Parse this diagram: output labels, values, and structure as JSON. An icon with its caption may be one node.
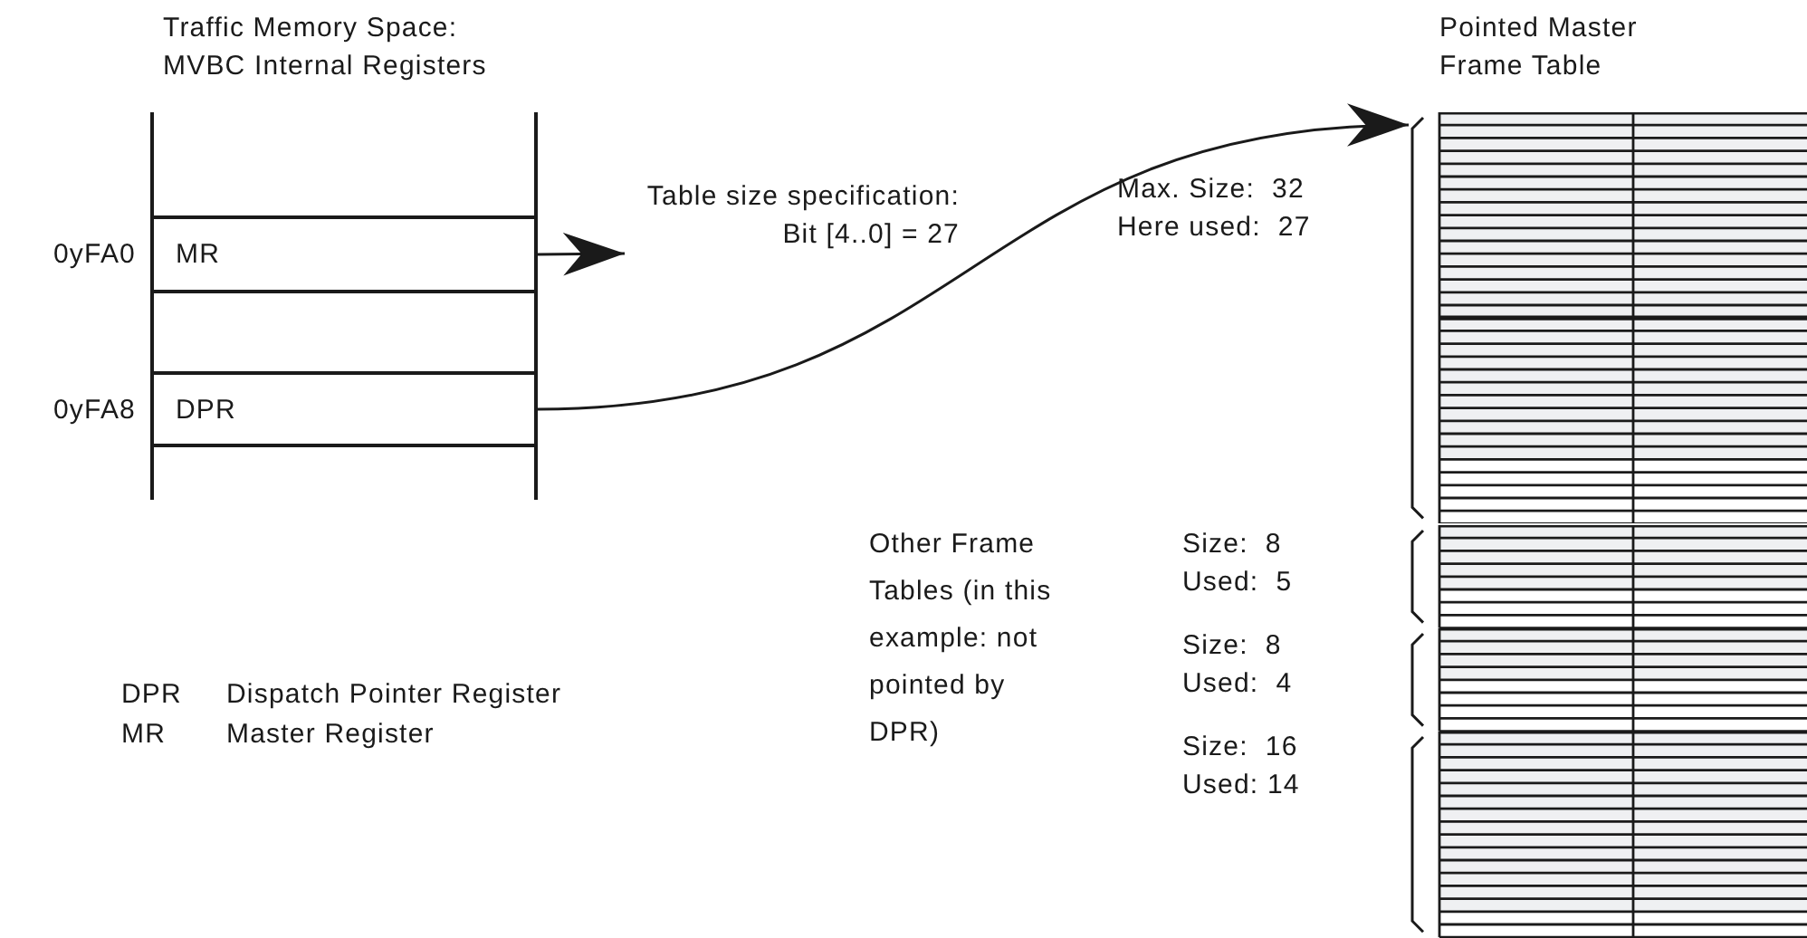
{
  "diagram": {
    "nodes": [
      {
        "text": [
          "Traffic Memory Space: MVBC Internal Registers"
        ]
      },
      {
        "text": [
          "MR"
        ],
        "in": 0,
        "beside": [
          "0yFA0"
        ]
      },
      {
        "text": [
          "DPR"
        ],
        "in": 0,
        "beside": [
          "0yFA8"
        ]
      },
      {
        "text": [
          "Table size specification: Bit [4..0] = 27"
        ]
      },
      {
        "text": [
          "Pointed Master Frame Table"
        ],
        "beside": [
          "Max. Size:  32",
          "Here used:  27"
        ]
      },
      {
        "text": [],
        "shape": "box",
        "beside": [
          "Size:  8",
          "Used:  5"
        ]
      },
      {
        "text": [],
        "shape": "box",
        "beside": [
          "Size:  8",
          "Used:  4"
        ]
      },
      {
        "text": [],
        "shape": "box",
        "beside": [
          "Size:  16",
          "Used: 14"
        ]
      }
    ],
    "edges": [
      {
        "from": 1,
        "to": 3,
        "arrow": "to"
      },
      {
        "from": 2,
        "to": 4,
        "arrow": "to"
      }
    ],
    "labels": [
      "Other Frame Tables (in this example: not pointed by DPR)",
      "DPR",
      "Dispatch Pointer Register",
      "MR",
      "Master Register"
    ]
  }
}
